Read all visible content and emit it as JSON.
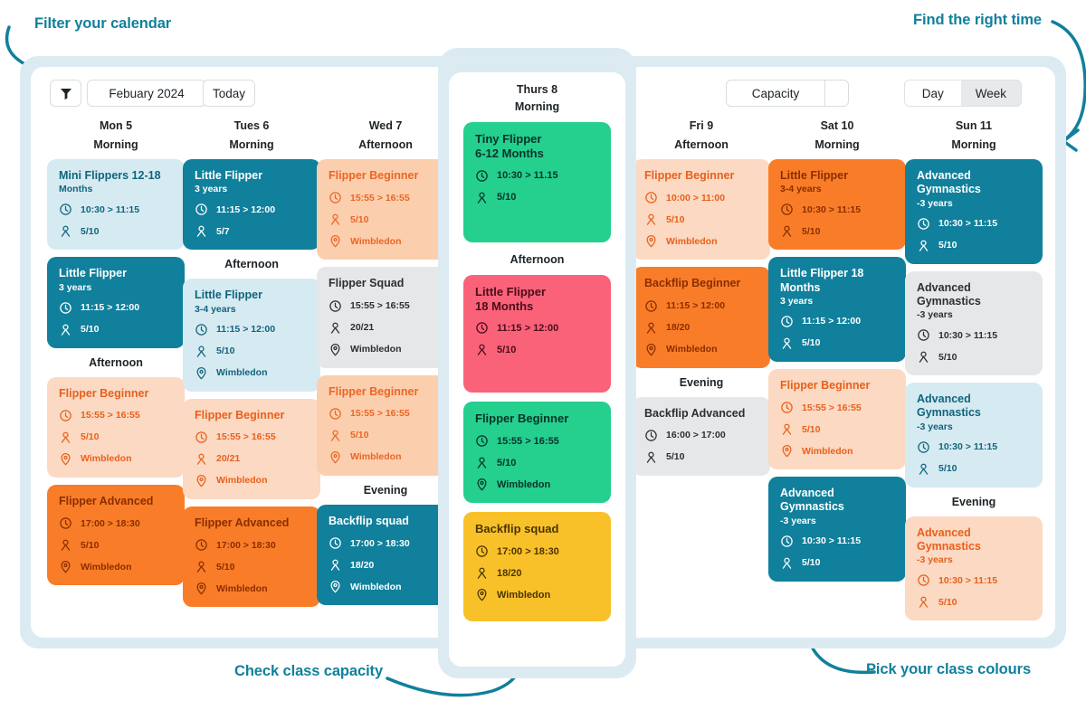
{
  "annotations": {
    "top_left": "Filter your calendar",
    "top_right": "Find the right time",
    "bottom_left": "Check class capacity",
    "bottom_right": "Pick your class colours",
    "color": "#10809c"
  },
  "toolbar": {
    "filter_icon": "funnel-icon",
    "month_label": "Febuary 2024",
    "today_label": "Today",
    "capacity_label": "Capacity",
    "capacity_caret": "chevron-down-icon",
    "view_day": "Day",
    "view_week": "Week",
    "view_selected": "Day"
  },
  "icons": {
    "time": "clock-icon",
    "capacity": "person-icon",
    "location": "location-pin-icon"
  },
  "days": [
    {
      "id": "mon",
      "name": "Mon 5",
      "slots": [
        {
          "label": "Morning",
          "cards": [
            {
              "title": "Mini Flippers 12-18",
              "subtitle": "Months",
              "time": "10:30 > 11:15",
              "capacity": "5/10",
              "location": "",
              "theme": "lightblue"
            },
            {
              "title": "Little Flipper",
              "subtitle": "3 years",
              "time": "11:15 > 12:00",
              "capacity": "5/10",
              "location": "",
              "theme": "teal"
            }
          ]
        },
        {
          "label": "Afternoon",
          "cards": [
            {
              "title": "Flipper Beginner",
              "subtitle": "",
              "time": "15:55 > 16:55",
              "capacity": "5/10",
              "location": "Wimbledon",
              "theme": "peach"
            },
            {
              "title": "Flipper Advanced",
              "subtitle": "",
              "time": "17:00 > 18:30",
              "capacity": "5/10",
              "location": "Wimbledon",
              "theme": "orange"
            }
          ]
        }
      ]
    },
    {
      "id": "tue",
      "name": "Tues 6",
      "slots": [
        {
          "label": "Morning",
          "cards": [
            {
              "title": "Little Flipper",
              "subtitle": "3 years",
              "time": "11:15 > 12:00",
              "capacity": "5/7",
              "location": "",
              "theme": "teal"
            }
          ]
        },
        {
          "label": "Afternoon",
          "cards": [
            {
              "title": "Little Flipper",
              "subtitle": "3-4 years",
              "time": "11:15 > 12:00",
              "capacity": "5/10",
              "location": "Wimbledon",
              "theme": "lightblue"
            },
            {
              "title": "Flipper Beginner",
              "subtitle": "",
              "time": "15:55 > 16:55",
              "capacity": "20/21",
              "location": "Wimbledon",
              "theme": "peach"
            },
            {
              "title": "Flipper Advanced",
              "subtitle": "",
              "time": "17:00 > 18:30",
              "capacity": "5/10",
              "location": "Wimbledon",
              "theme": "orange"
            }
          ]
        }
      ]
    },
    {
      "id": "wed",
      "name": "Wed 7",
      "slots": [
        {
          "label": "Afternoon",
          "cards": [
            {
              "title": "Flipper Beginner",
              "subtitle": "",
              "time": "15:55 > 16:55",
              "capacity": "5/10",
              "location": "Wimbledon",
              "theme": "peach-d"
            },
            {
              "title": "Flipper Squad",
              "subtitle": "",
              "time": "15:55 > 16:55",
              "capacity": "20/21",
              "location": "Wimbledon",
              "theme": "grey"
            },
            {
              "title": "Flipper Beginner",
              "subtitle": "",
              "time": "15:55 > 16:55",
              "capacity": "5/10",
              "location": "Wimbledon",
              "theme": "peach-d"
            }
          ]
        },
        {
          "label": "Evening",
          "cards": [
            {
              "title": "Backflip squad",
              "subtitle": "",
              "time": "17:00 > 18:30",
              "capacity": "18/20",
              "location": "Wimbledon",
              "theme": "teal"
            }
          ]
        }
      ]
    },
    {
      "id": "fri",
      "name": "Fri 9",
      "slots": [
        {
          "label": "Afternoon",
          "cards": [
            {
              "title": "Flipper Beginner",
              "subtitle": "",
              "time": "10:00 > 11:00",
              "capacity": "5/10",
              "location": "Wimbledon",
              "theme": "peach"
            },
            {
              "title": "Backflip Beginner",
              "subtitle": "",
              "time": "11:15 > 12:00",
              "capacity": "18/20",
              "location": "Wimbledon",
              "theme": "orange"
            }
          ]
        },
        {
          "label": "Evening",
          "cards": [
            {
              "title": "Backflip Advanced",
              "subtitle": "",
              "time": "16:00 > 17:00",
              "capacity": "5/10",
              "location": "",
              "theme": "grey"
            }
          ]
        }
      ]
    },
    {
      "id": "sat",
      "name": "Sat 10",
      "slots": [
        {
          "label": "Morning",
          "cards": [
            {
              "title": "Little Flipper",
              "subtitle": "3-4 years",
              "time": "10:30 > 11:15",
              "capacity": "5/10",
              "location": "",
              "theme": "orange"
            },
            {
              "title": "Little Flipper 18 Months",
              "subtitle": "3 years",
              "time": "11:15 > 12:00",
              "capacity": "5/10",
              "location": "",
              "theme": "teal"
            },
            {
              "title": "Flipper Beginner",
              "subtitle": "",
              "time": "15:55 > 16:55",
              "capacity": "5/10",
              "location": "Wimbledon",
              "theme": "peach"
            },
            {
              "title": "Advanced Gymnastics",
              "subtitle": "-3 years",
              "time": "10:30 > 11:15",
              "capacity": "5/10",
              "location": "",
              "theme": "teal"
            }
          ]
        }
      ]
    },
    {
      "id": "sun",
      "name": "Sun 11",
      "slots": [
        {
          "label": "Morning",
          "cards": [
            {
              "title": "Advanced Gymnastics",
              "subtitle": "-3 years",
              "time": "10:30 > 11:15",
              "capacity": "5/10",
              "location": "",
              "theme": "teal"
            },
            {
              "title": "Advanced Gymnastics",
              "subtitle": "-3 years",
              "time": "10:30 > 11:15",
              "capacity": "5/10",
              "location": "",
              "theme": "grey"
            },
            {
              "title": "Advanced Gymnastics",
              "subtitle": "-3 years",
              "time": "10:30 > 11:15",
              "capacity": "5/10",
              "location": "",
              "theme": "lightblue"
            }
          ]
        },
        {
          "label": "Evening",
          "cards": [
            {
              "title": "Advanced Gymnastics",
              "subtitle": "-3 years",
              "time": "10:30 > 11:15",
              "capacity": "5/10",
              "location": "",
              "theme": "peach"
            }
          ]
        }
      ]
    }
  ],
  "thursday": {
    "name": "Thurs 8",
    "slots": [
      {
        "label": "Morning",
        "cards": [
          {
            "title": "Tiny Flipper",
            "title2": "6-12 Months",
            "time": "10:30 > 11.15",
            "capacity": "5/10",
            "location": "",
            "theme": "green",
            "size": "tall-green"
          }
        ]
      },
      {
        "label": "Afternoon",
        "cards": [
          {
            "title": "Little Flipper",
            "title2": "18 Months",
            "time": "11:15 > 12:00",
            "capacity": "5/10",
            "location": "",
            "theme": "pink",
            "size": "tall-pink"
          },
          {
            "title": "Flipper Beginner",
            "title2": "",
            "time": "15:55 > 16:55",
            "capacity": "5/10",
            "location": "Wimbledon",
            "theme": "green",
            "size": ""
          },
          {
            "title": "Backflip squad",
            "title2": "",
            "time": "17:00 > 18:30",
            "capacity": "18/20",
            "location": "Wimbledon",
            "theme": "yellow",
            "size": "tall-yellow"
          }
        ]
      }
    ]
  }
}
